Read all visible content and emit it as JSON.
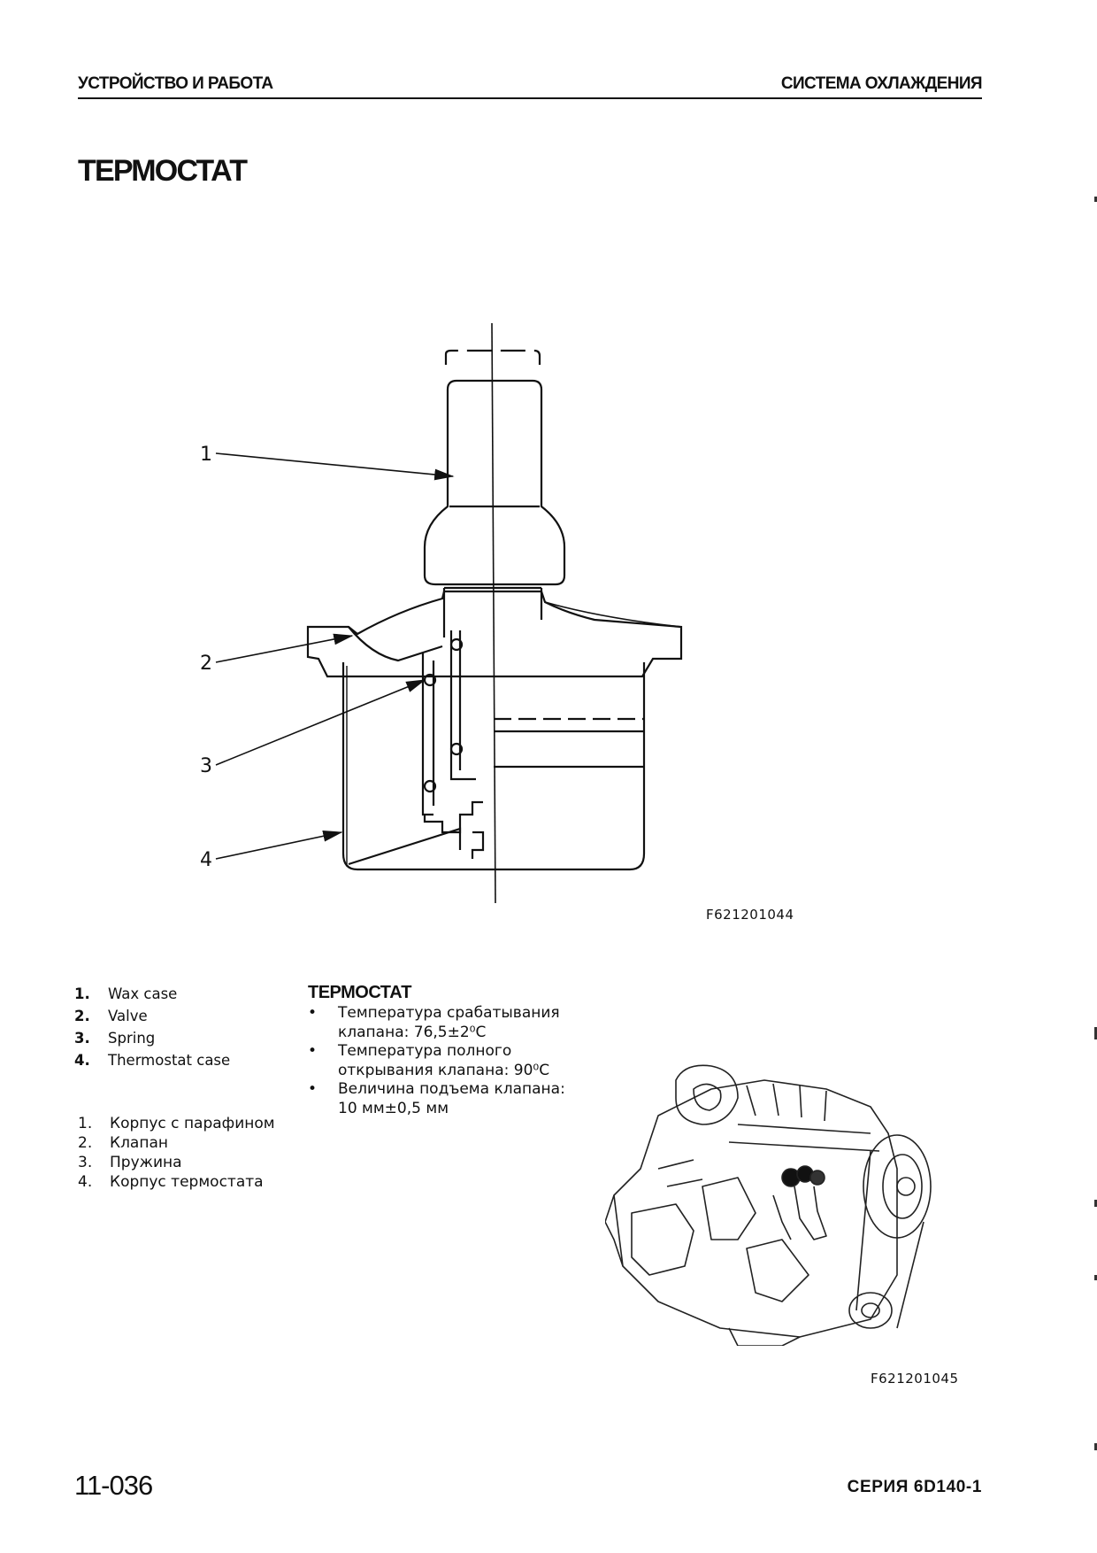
{
  "header": {
    "left": "УСТРОЙСТВО И РАБОТА",
    "right": "СИСТЕМА ОХЛАЖДЕНИЯ"
  },
  "title": "ТЕРМОСТАТ",
  "diagram": {
    "callouts": [
      "1",
      "2",
      "3",
      "4"
    ],
    "code": "F621201044"
  },
  "engine_figure": {
    "code": "F621201045"
  },
  "parts_en": [
    {
      "num": "1.",
      "label": "Wax case"
    },
    {
      "num": "2.",
      "label": "Valve"
    },
    {
      "num": "3.",
      "label": "Spring"
    },
    {
      "num": "4.",
      "label": "Thermostat case"
    }
  ],
  "parts_ru": [
    {
      "num": "1.",
      "label": "Корпус с парафином"
    },
    {
      "num": "2.",
      "label": "Клапан"
    },
    {
      "num": "3.",
      "label": "Пружина"
    },
    {
      "num": "4.",
      "label": "Корпус термостата"
    }
  ],
  "specs": {
    "title": "ТЕРМОСТАТ",
    "bullet": "•",
    "items": [
      {
        "line1": "Температура срабатывания",
        "line2": "клапана: 76,5±2⁰С"
      },
      {
        "line1": "Температура полного",
        "line2": "открывания клапана: 90⁰С"
      },
      {
        "line1": "Величина подъема клапана:",
        "line2": "10 мм±0,5 мм"
      }
    ]
  },
  "footer": {
    "page": "11-036",
    "series": "СЕРИЯ 6D140-1"
  }
}
